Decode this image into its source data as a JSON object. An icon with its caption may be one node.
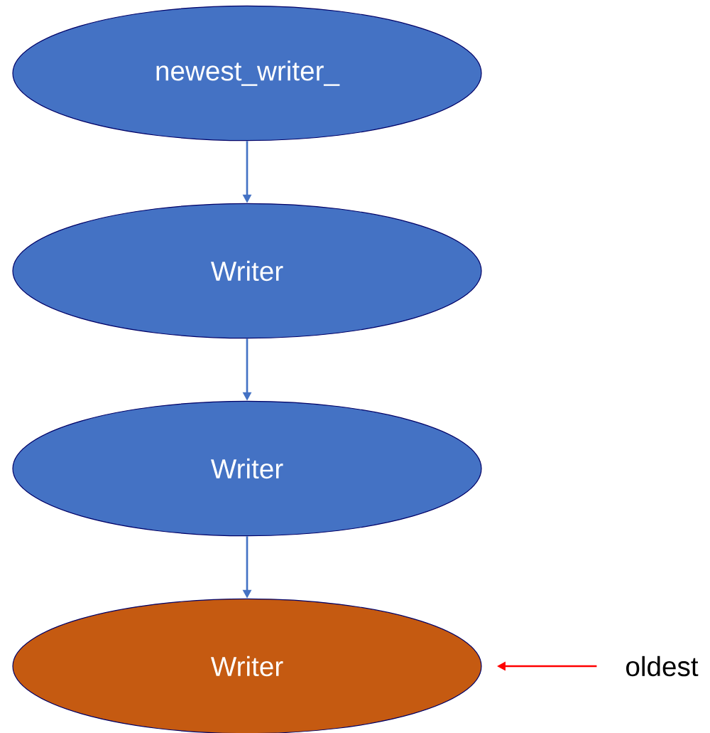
{
  "diagram": {
    "nodes": [
      {
        "text": [
          "newest_writer_"
        ]
      },
      {
        "text": [
          "Writer"
        ]
      },
      {
        "text": [
          "Writer"
        ]
      },
      {
        "text": [
          "Writer"
        ]
      },
      {
        "text": [
          "oldest"
        ]
      }
    ],
    "edges": [
      {
        "from": 0,
        "to": 1,
        "arrow": "to"
      },
      {
        "from": 1,
        "to": 2,
        "arrow": "to"
      },
      {
        "from": 2,
        "to": 3,
        "arrow": "to"
      },
      {
        "from": 4,
        "to": 3,
        "arrow": "to",
        "color": "#ff0000"
      }
    ]
  }
}
